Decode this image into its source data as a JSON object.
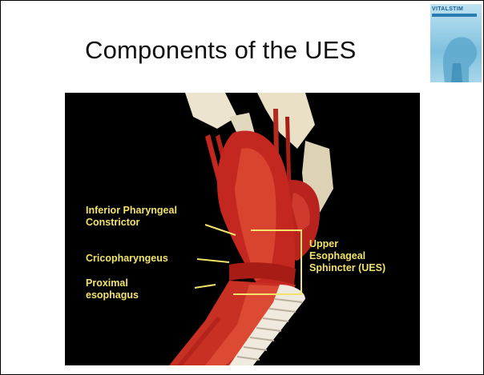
{
  "slide": {
    "title": "Components of the UES",
    "logo_text": "VITALSTIM",
    "figure_labels": {
      "inferior_pharyngeal_line1": "Inferior Pharyngeal",
      "inferior_pharyngeal_line2": "Constrictor",
      "cricopharyngeus": "Cricopharyngeus",
      "proximal_line1": "Proximal",
      "proximal_line2": "esophagus",
      "ues_line1": "Upper",
      "ues_line2": "Esophageal",
      "ues_line3": "Sphincter (UES)"
    }
  },
  "colors": {
    "label": "#f2e36a",
    "muscle": "#c4271f",
    "background": "#000000"
  }
}
